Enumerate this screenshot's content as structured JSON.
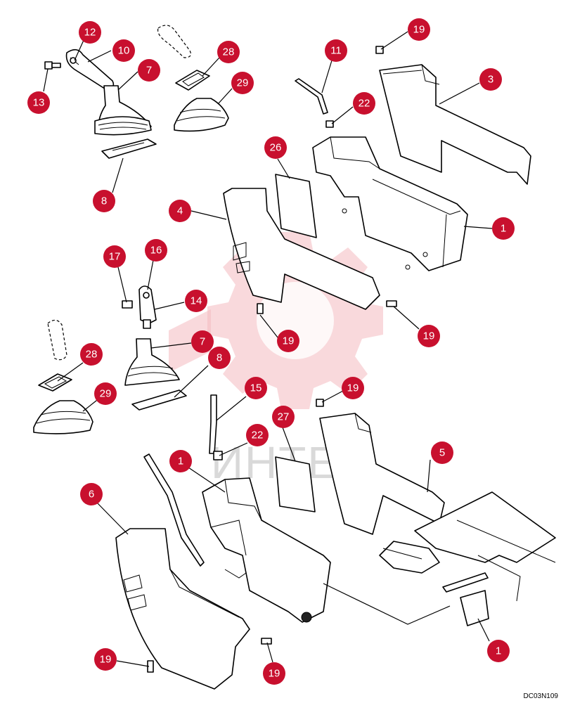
{
  "watermark_text": "ИНТЕХ",
  "drawing_code": "DC03N109",
  "callouts": [
    "12",
    "10",
    "13",
    "7",
    "28",
    "29",
    "8",
    "11",
    "19",
    "3",
    "22",
    "26",
    "4",
    "1",
    "17",
    "16",
    "14",
    "7",
    "19",
    "19",
    "28",
    "29",
    "8",
    "15",
    "22",
    "27",
    "19",
    "5",
    "1",
    "6",
    "1",
    "19",
    "19"
  ]
}
